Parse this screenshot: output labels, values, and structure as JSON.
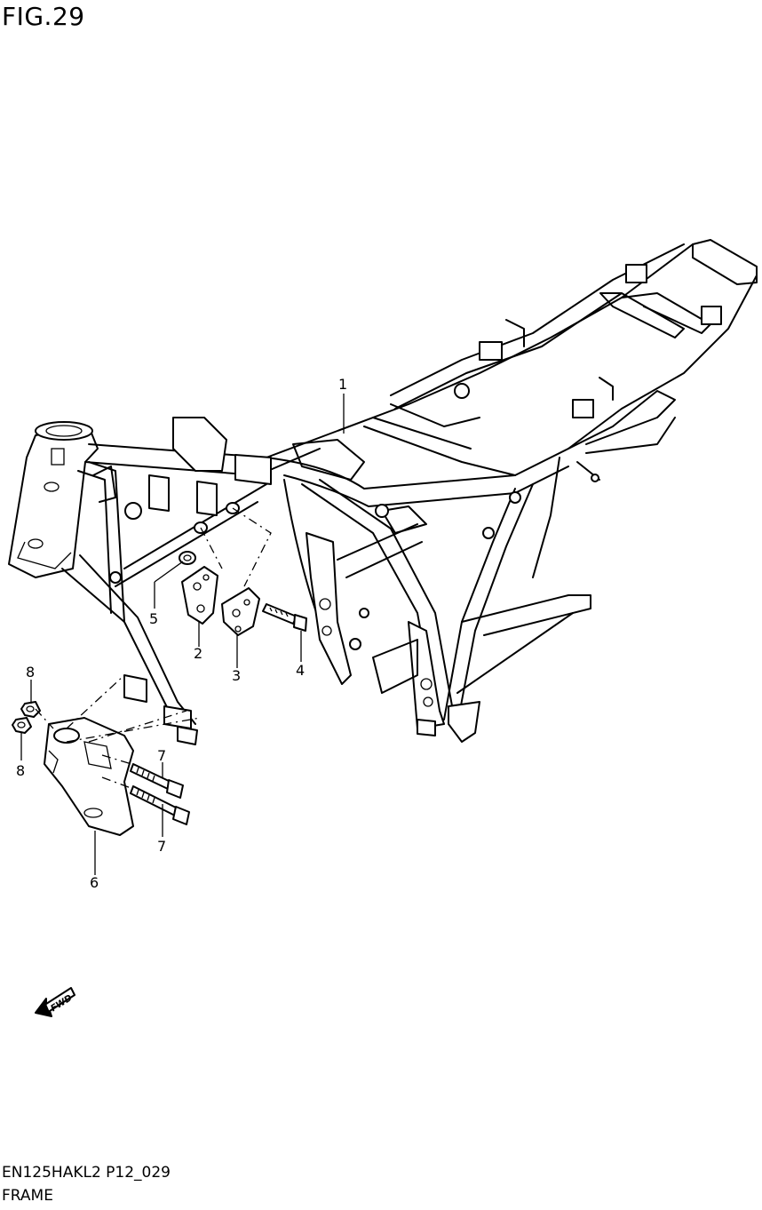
{
  "figure_title": "FIG.29",
  "footer": {
    "code": "EN125HAKL2 P12_029",
    "name": "FRAME"
  },
  "fwd_label": "FWD",
  "callouts": {
    "c1": "1",
    "c2": "2",
    "c3": "3",
    "c4": "4",
    "c5": "5",
    "c6": "6",
    "c7a": "7",
    "c7b": "7",
    "c8a": "8",
    "c8b": "8"
  }
}
